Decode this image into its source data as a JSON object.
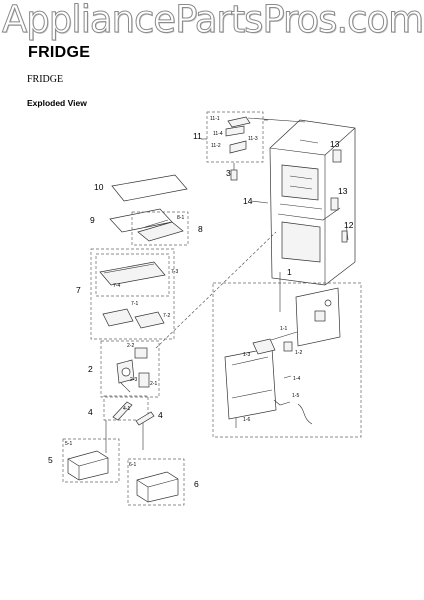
{
  "watermark": "AppliancePartsPros.com",
  "title": "FRIDGE",
  "subtitle": "FRIDGE",
  "view_label": "Exploded View",
  "callouts": {
    "c1": "1",
    "c1_1": "1-1",
    "c1_2": "1-2",
    "c1_3": "1-3",
    "c1_4": "1-4",
    "c1_5": "1-5",
    "c1_6": "1-6",
    "c2": "2",
    "c2_1": "2-1",
    "c2_2": "2-2",
    "c2_3": "2-3",
    "c3": "3",
    "c4a": "4",
    "c4b": "4",
    "c4_1": "4-1",
    "c5": "5",
    "c5_1": "5-1",
    "c6": "6",
    "c6_1": "6-1",
    "c7": "7",
    "c7_1": "7-1",
    "c7_2": "7-2",
    "c7_3": "7-3",
    "c7_4": "7-4",
    "c8": "8",
    "c8_1": "8-1",
    "c9": "9",
    "c10": "10",
    "c11": "11",
    "c11_1": "11-1",
    "c11_2": "11-2",
    "c11_3": "11-3",
    "c11_4": "11-4",
    "c12": "12",
    "c13a": "13",
    "c13b": "13",
    "c14": "14"
  }
}
